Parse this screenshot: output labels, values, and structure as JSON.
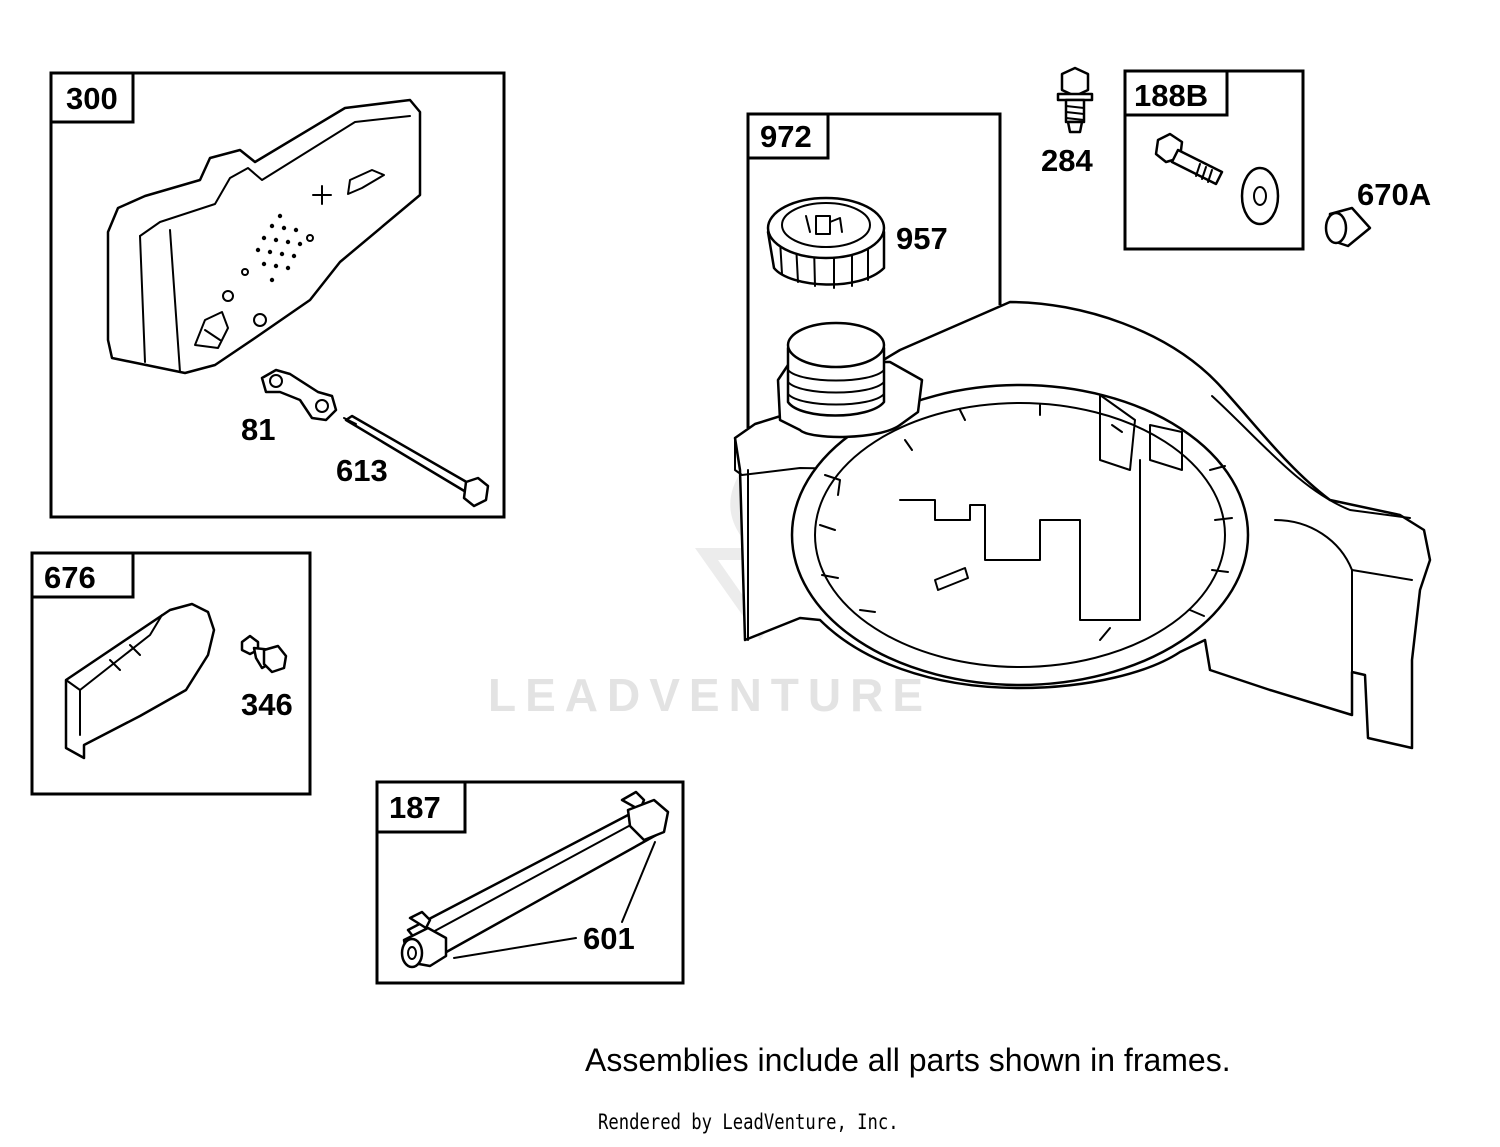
{
  "watermark": {
    "text": "LEADVENTURE"
  },
  "frames": [
    {
      "id": "300"
    },
    {
      "id": "972"
    },
    {
      "id": "188B"
    },
    {
      "id": "676"
    },
    {
      "id": "187"
    }
  ],
  "callouts": [
    "81",
    "613",
    "957",
    "284",
    "670A",
    "346",
    "601"
  ],
  "note": "Assemblies include all parts shown in frames.",
  "credit": "Rendered by LeadVenture, Inc."
}
